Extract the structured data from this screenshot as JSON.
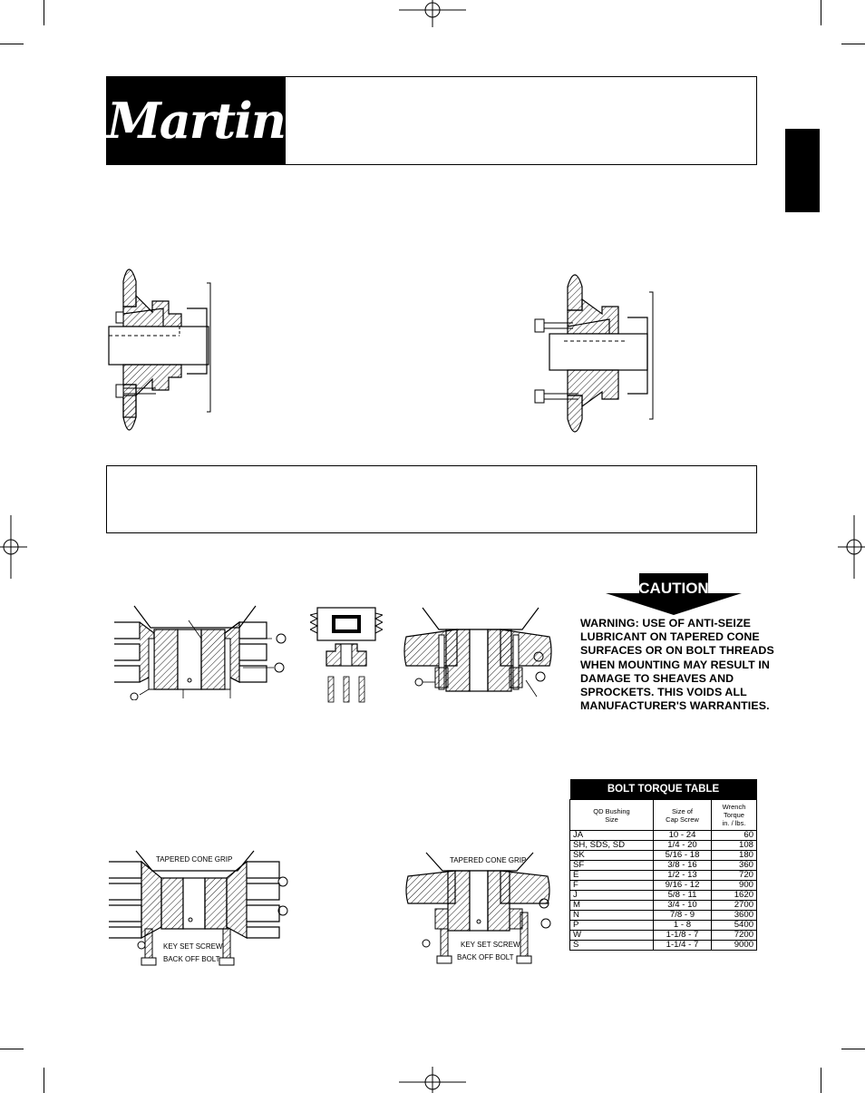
{
  "header": {
    "logo_text": "Martin"
  },
  "caution": {
    "banner": "CAUTION",
    "lines": [
      "WARNING: USE OF ANTI-SEIZE",
      "LUBRICANT ON TAPERED CONE",
      "SURFACES OR ON BOLT THREADS",
      "WHEN MOUNTING MAY RESULT IN",
      "DAMAGE TO SHEAVES AND",
      "SPROCKETS. THIS VOIDS ALL",
      "MANUFACTURER'S WARRANTIES."
    ]
  },
  "diagrams": {
    "tapered_cone_grip": "TAPERED CONE GRIP",
    "key_set_screw": "KEY SET SCREW",
    "back_off_bolt": "BACK OFF BOLT"
  },
  "torque_table": {
    "title": "BOLT TORQUE TABLE",
    "headers": {
      "col1": [
        "QD Bushing",
        "Size"
      ],
      "col2": [
        "Size of",
        "Cap Screw"
      ],
      "col3": [
        "Wrench",
        "Torque",
        "in. / lbs."
      ]
    },
    "rows": [
      [
        "JA",
        "10 - 24",
        "60"
      ],
      [
        "SH, SDS, SD",
        "1/4 - 20",
        "108"
      ],
      [
        "SK",
        "5/16 - 18",
        "180"
      ],
      [
        "SF",
        "3/8 - 16",
        "360"
      ],
      [
        "E",
        "1/2 - 13",
        "720"
      ],
      [
        "F",
        "9/16 - 12",
        "900"
      ],
      [
        "J",
        "5/8 - 11",
        "1620"
      ],
      [
        "M",
        "3/4 - 10",
        "2700"
      ],
      [
        "N",
        "7/8 - 9",
        "3600"
      ],
      [
        "P",
        "1 - 8",
        "5400"
      ],
      [
        "W",
        "1-1/8 - 7",
        "7200"
      ],
      [
        "S",
        "1-1/4 - 7",
        "9000"
      ]
    ]
  }
}
